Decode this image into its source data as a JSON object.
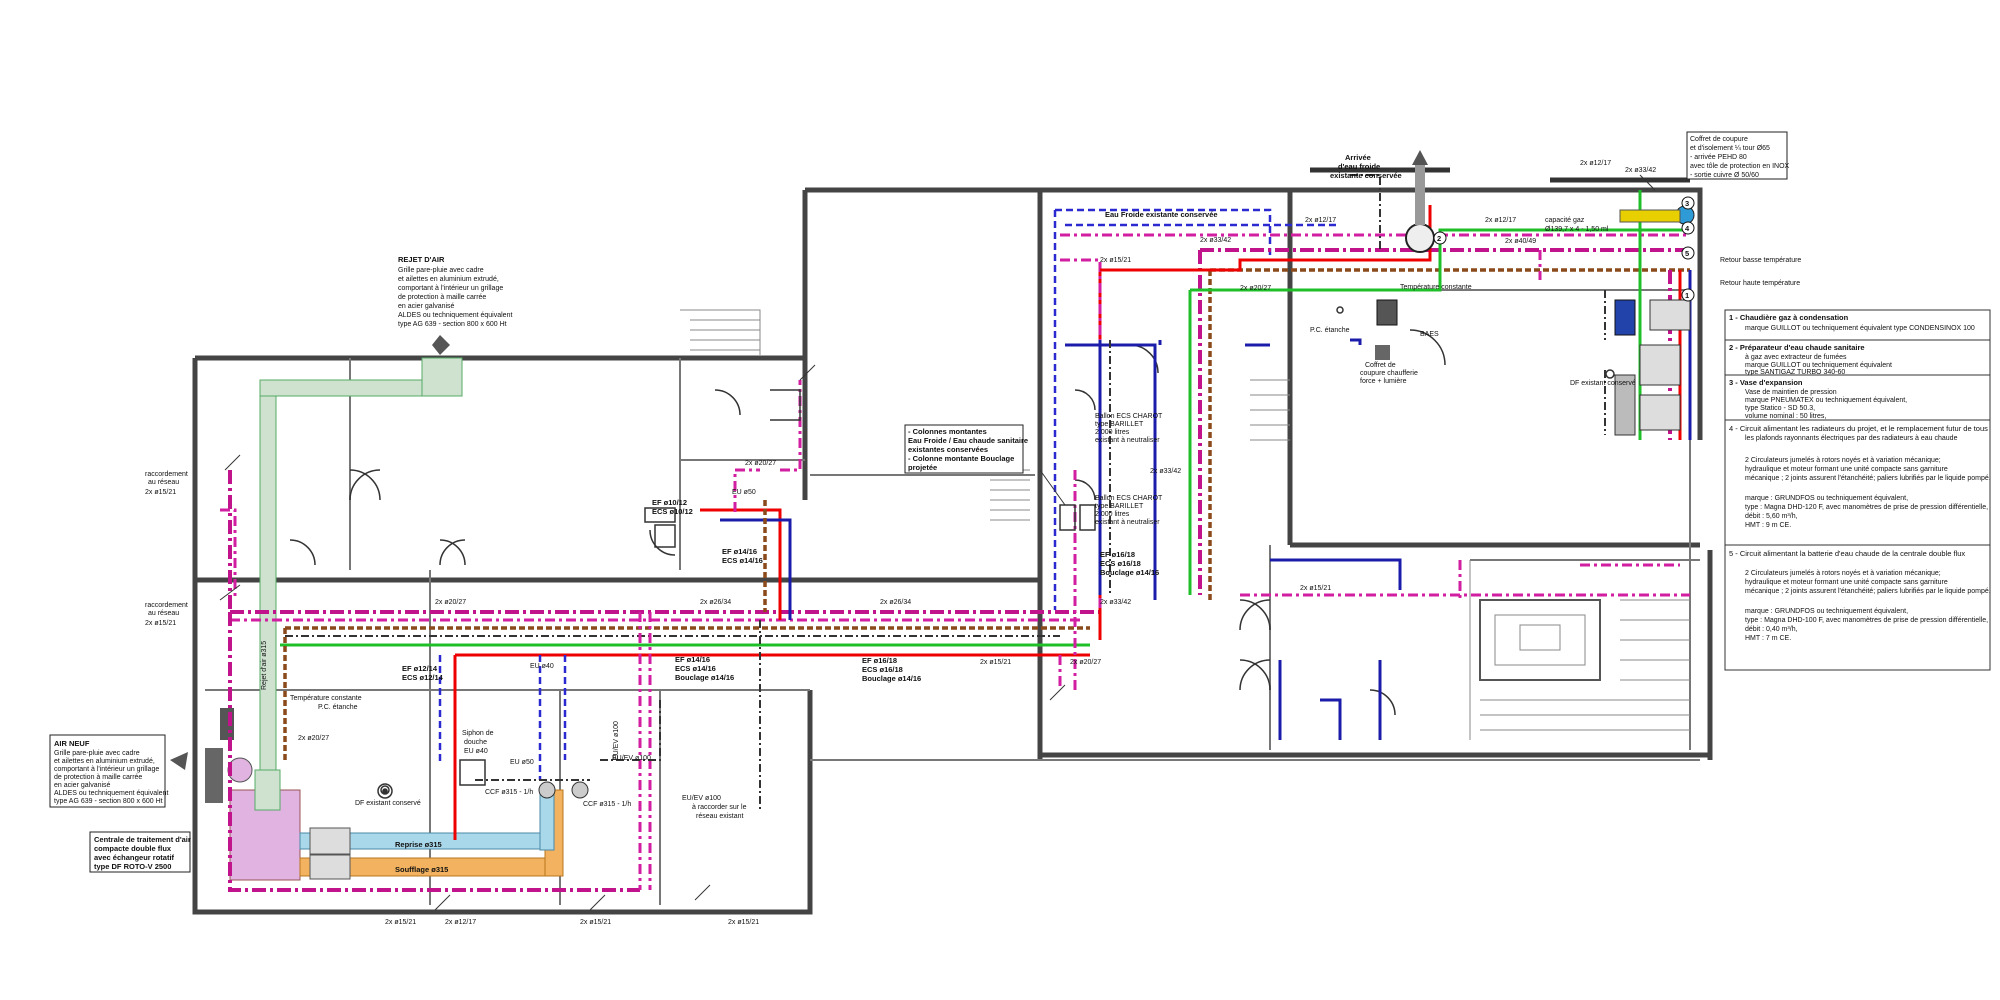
{
  "labels": {
    "rejet_title": "REJET D'AIR",
    "rejet_lines": [
      "Grille pare-pluie avec cadre",
      "et ailettes en aluminium extrudé,",
      "comportant à l'intérieur un grillage",
      "de protection à maille carrée",
      "en acier galvanisé",
      "ALDES ou techniquement équivalent",
      "type AG 639 - section 800 x 600 Ht"
    ],
    "air_title": "AIR NEUF",
    "air_lines": [
      "Grille pare-pluie avec cadre",
      "et ailettes en aluminium extrudé,",
      "comportant à l'intérieur un grillage",
      "de protection à maille carrée",
      "en acier galvanisé",
      "ALDES ou techniquement équivalent",
      "type AG 639 - section 800 x 600 Ht"
    ],
    "cta_lines": [
      "Centrale de traitement d'air",
      "compacte double flux",
      "avec échangeur rotatif",
      "type DF ROTO-V 2500"
    ],
    "colonnes_lines": [
      "- Colonnes montantes",
      "Eau Froide / Eau chaude sanitaire",
      "existantes conservées",
      "- Colonne montante Bouclage",
      "projetée"
    ],
    "arrivee_lines": [
      "Arrivée",
      "d'eau froide",
      "existante conservée"
    ],
    "coffret_lines": [
      "Coffret de coupure",
      "et d'isolement ¼ tour Ø65",
      "- arrivée PEHD 80",
      "avec tôle de protection en INOX",
      "- sortie cuivre Ø 50/60"
    ],
    "eau_froide": "Eau Froide existante conservée",
    "capacite_gaz": "capacité gaz",
    "capacite_dim": "Ø139,7 x 4 - 1,50 ml",
    "retour_basse": "Retour basse température",
    "retour_haute": "Retour haute température",
    "temp_constante": "Température constante",
    "temp_constante_2": "Température constante",
    "pc_etanche": "P.C. étanche",
    "pc_etanche_2": "P.C. étanche",
    "baes": "BAES",
    "coffret_chauffe": [
      "Coffret de",
      "coupure chaufferie",
      "force + lumière"
    ],
    "df_existant": "DF existant conservé",
    "df_existant_2": "DF existant conservé",
    "ballon1": [
      "Ballon ECS CHAROT",
      "type BARILLET",
      "2 000 litres",
      "existant à neutraliser"
    ],
    "ballon2": [
      "Ballon ECS CHAROT",
      "type BARILLET",
      "2 000 litres",
      "existant à neutraliser"
    ],
    "ef_ecs_1": [
      "EF ø10/12",
      "ECS ø10/12"
    ],
    "ef_ecs_2": [
      "EF ø14/16",
      "ECS ø14/16"
    ],
    "ef_ecs_3": [
      "EF ø12/14",
      "ECS ø12/14"
    ],
    "ef_ecs_4": [
      "EF ø14/16",
      "ECS ø14/16",
      "Bouclage ø14/16"
    ],
    "ef_ecs_5": [
      "EF ø16/18",
      "ECS ø16/18",
      "Bouclage ø14/16"
    ],
    "ef_ecs_6": [
      "EF ø16/18",
      "ECS ø16/18",
      "Bouclage ø14/16"
    ],
    "eu_40": "EU ø40",
    "eu_50": "EU ø50",
    "eu_50b": "EU ø50",
    "euev_100": "EU/EV ø100",
    "euev_100b": "EU/EV ø100",
    "euev_raccord": [
      "EU/EV ø100",
      "à raccorder sur le",
      "réseau existant"
    ],
    "siphon": [
      "Siphon de",
      "douche",
      "EU ø40"
    ],
    "ccf_1": "CCF ø315 - 1/h",
    "ccf_2": "CCF ø315 - 1/h",
    "reprise": "Reprise ø315",
    "soufflage": "Soufflage ø315",
    "rejet_vertical": "Rejet d'air ø315",
    "pipe_tags": [
      "2x ø20/27",
      "2x ø26/34",
      "2x ø26/34",
      "2x ø15/21",
      "2x ø20/27",
      "2x ø33/42",
      "2x ø15/21",
      "2x ø33/42",
      "2x ø15/21",
      "2x ø15/21",
      "2x ø12/17",
      "2x ø15/21",
      "2x ø15/21",
      "2x ø20/27",
      "2x ø20/27",
      "2x ø33/42",
      "2x ø12/17",
      "2x ø12/17",
      "2x ø15/21",
      "2x ø33/42",
      "2x ø40/49",
      "2x ø15/21",
      "2x ø20/27"
    ],
    "raccordement_1": [
      "raccordement",
      "au réseau"
    ],
    "raccordement_2": [
      "raccordement",
      "au réseau"
    ],
    "markers": [
      "1",
      "2",
      "3",
      "4",
      "5"
    ]
  },
  "legend": [
    {
      "title": "1 - Chaudière gaz à condensation",
      "lines": [
        "marque GUILLOT ou techniquement équivalent type CONDENSINOX 100"
      ]
    },
    {
      "title": "2 - Préparateur d'eau chaude sanitaire",
      "lines": [
        "à gaz avec extracteur de fumées",
        "marque GUILLOT ou techniquement équivalent",
        "type SANTIGAZ TURBO 340-60"
      ]
    },
    {
      "title": "3 - Vase d'expansion",
      "lines": [
        "Vase de maintien de pression",
        "marque PNEUMATEX ou techniquement équivalent,",
        "type Statico - SD 50.3,",
        "volume nominal : 50 litres,"
      ]
    },
    {
      "title": "4 - Circuit alimentant les radiateurs du projet, et le remplacement futur de tous",
      "lines": [
        "les plafonds rayonnants électriques par des radiateurs à eau chaude",
        "",
        "2 Circulateurs jumelés à rotors noyés et à variation mécanique;",
        "hydraulique et moteur formant une unité compacte sans garniture",
        "mécanique ; 2 joints assurent l'étanchéité; paliers lubrifiés par le liquide pompé.",
        "",
        "marque : GRUNDFOS ou techniquement équivalent,",
        "type : Magna DHD-120 F, avec manomètres de prise de pression différentielle,",
        "débit : 5,60 m³/h,",
        "HMT : 9 m CE."
      ]
    },
    {
      "title": "5 - Circuit alimentant la batterie d'eau chaude de la centrale double flux",
      "lines": [
        "",
        "2 Circulateurs jumelés à rotors noyés et à variation mécanique;",
        "hydraulique et moteur formant une unité compacte sans garniture",
        "mécanique ; 2 joints assurent l'étanchéité; paliers lubrifiés par le liquide pompé.",
        "",
        "marque : GRUNDFOS ou techniquement équivalent,",
        "type : Magna DHD-100 F, avec manomètres de prise de pression différentielle,",
        "débit : 0,40 m³/h,",
        "HMT : 7 m CE."
      ]
    }
  ],
  "colors": {
    "heating_supply": "#c0138c",
    "dhw_loop": "#8a4a1c",
    "hot_water": "#e00000",
    "green_line": "#1fbf2a",
    "cold_water": "#1c1caa",
    "duct_extract": "#a9d8ea",
    "duct_supply": "#f2b25f",
    "duct_reject": "#cfe2d0"
  }
}
